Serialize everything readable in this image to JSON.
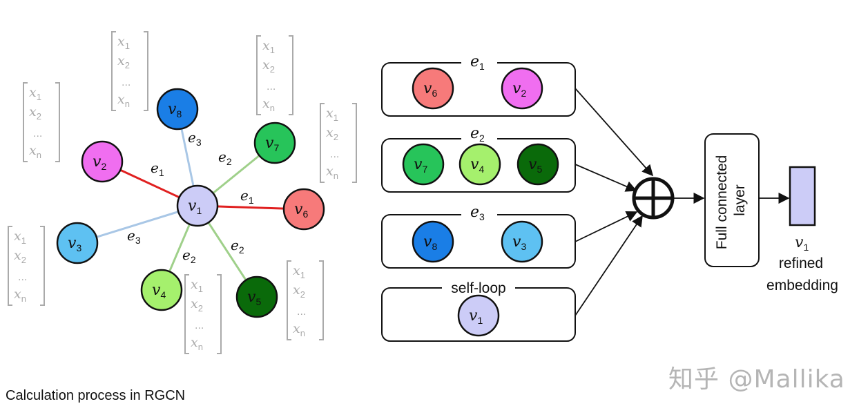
{
  "feature_vector": [
    "x",
    "1",
    "x",
    "2",
    "...",
    "x",
    "n"
  ],
  "nodes": {
    "v1": {
      "label": "v",
      "sub": "1",
      "color": "#ccccf7"
    },
    "v2": {
      "label": "v",
      "sub": "2",
      "color": "#f06ef0"
    },
    "v3": {
      "label": "v",
      "sub": "3",
      "color": "#5ec1f2"
    },
    "v4": {
      "label": "v",
      "sub": "4",
      "color": "#a5f06d"
    },
    "v5": {
      "label": "v",
      "sub": "5",
      "color": "#0a6a0a"
    },
    "v6": {
      "label": "v",
      "sub": "6",
      "color": "#f77a7a"
    },
    "v7": {
      "label": "v",
      "sub": "7",
      "color": "#27c45a"
    },
    "v8": {
      "label": "v",
      "sub": "8",
      "color": "#1a7ee6"
    }
  },
  "edge_labels": {
    "e1": {
      "label": "e",
      "sub": "1"
    },
    "e2": {
      "label": "e",
      "sub": "2"
    },
    "e3": {
      "label": "e",
      "sub": "3"
    }
  },
  "edge_colors": {
    "e1": "#e02020",
    "e2": "#9fd08a",
    "e3": "#a9c7e6"
  },
  "groups": {
    "g1": {
      "label": "e",
      "sub": "1"
    },
    "g2": {
      "label": "e",
      "sub": "2"
    },
    "g3": {
      "label": "e",
      "sub": "3"
    },
    "g4": {
      "label": "self-loop"
    }
  },
  "fc_label_line1": "Full connected",
  "fc_label_line2": "layer",
  "output": {
    "label": "v",
    "sub": "1",
    "line1": "refined",
    "line2": "embedding",
    "color": "#ccccf7"
  },
  "caption": "Calculation process in RGCN",
  "watermark": "知乎 @Mallika"
}
